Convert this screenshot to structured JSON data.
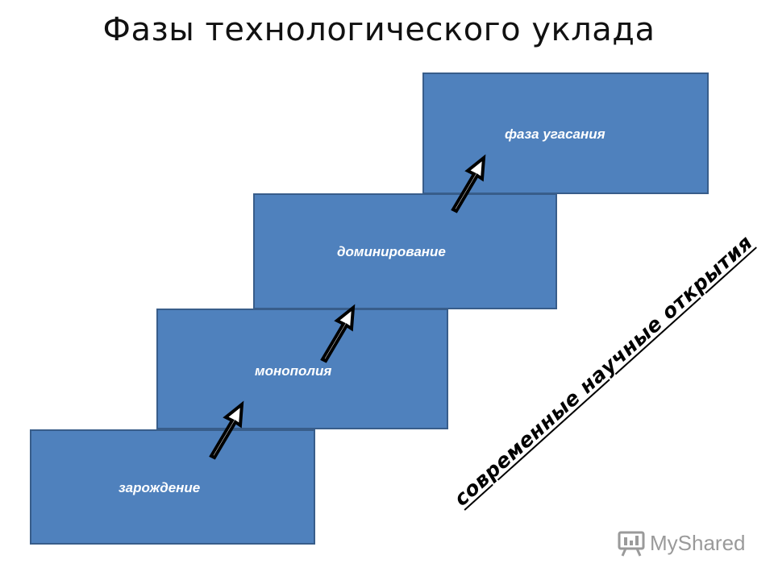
{
  "title": "Фазы технологического уклада",
  "steps": [
    {
      "label": "зарождение"
    },
    {
      "label": "монополия"
    },
    {
      "label": "доминирование"
    },
    {
      "label": "фаза угасания"
    }
  ],
  "side_caption": "современные научные открытия",
  "watermark": {
    "text": "MyShared",
    "icon": "presentation-board-icon"
  },
  "colors": {
    "box_fill": "#4f81bd",
    "box_border": "#385d8a",
    "box_text": "#ffffff"
  }
}
